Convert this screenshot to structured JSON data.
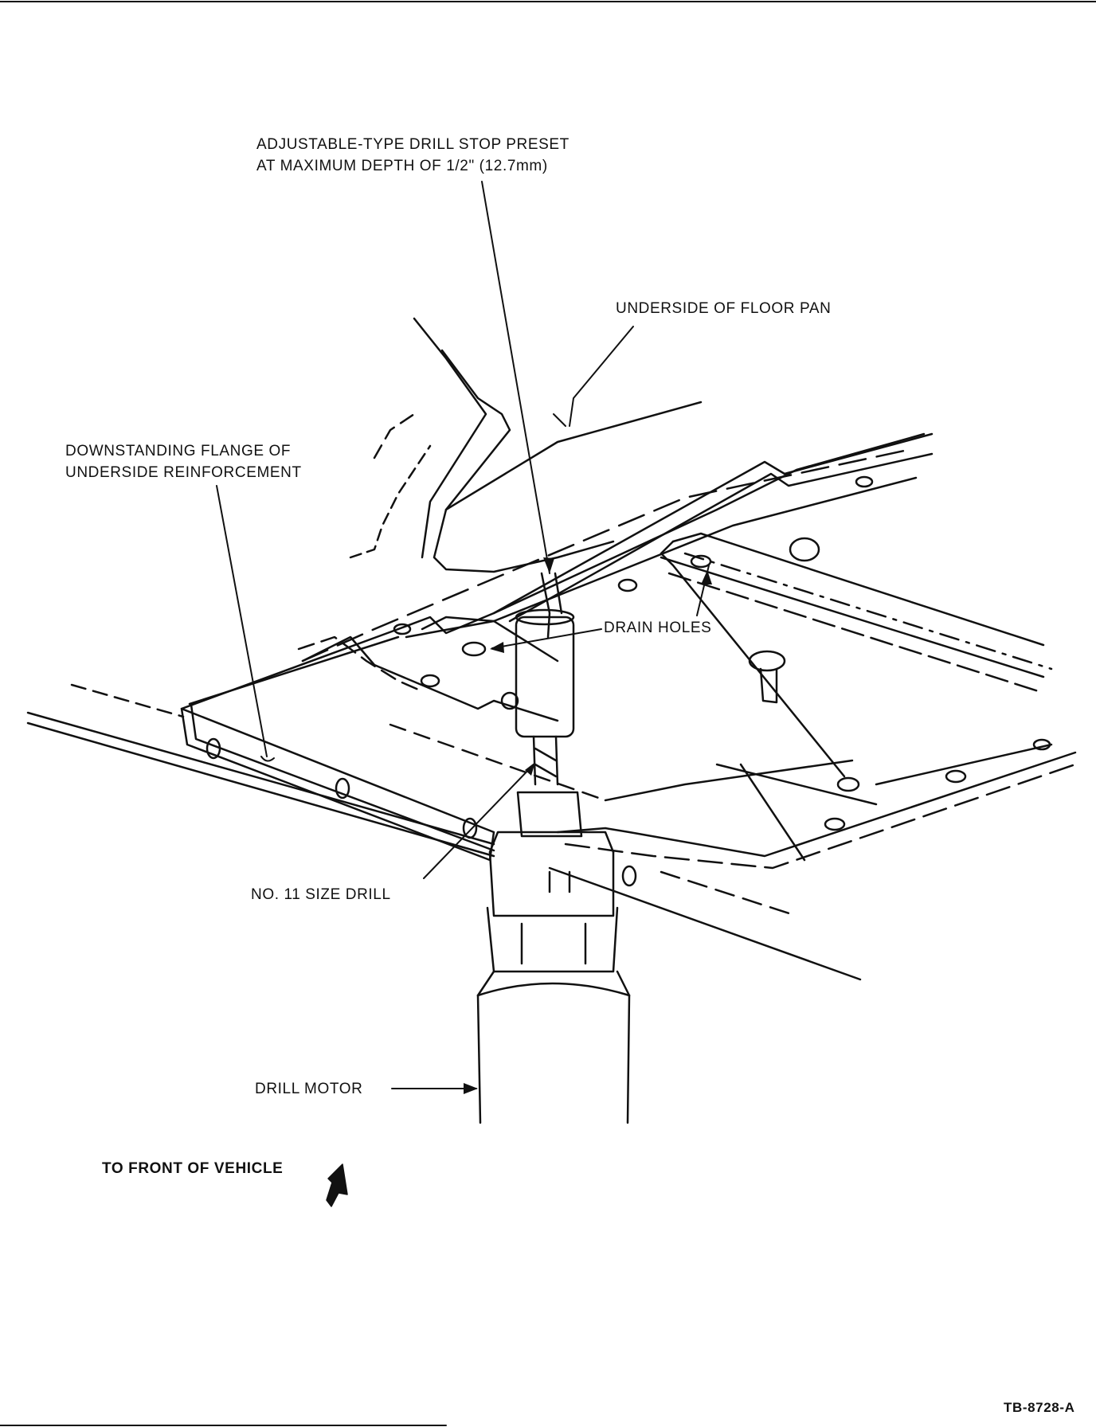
{
  "labels": {
    "drill_stop": [
      "ADJUSTABLE-TYPE DRILL STOP PRESET",
      "AT MAXIMUM DEPTH OF 1/2\" (12.7mm)"
    ],
    "floor_pan": "UNDERSIDE OF FLOOR PAN",
    "flange": [
      "DOWNSTANDING FLANGE OF",
      "UNDERSIDE REINFORCEMENT"
    ],
    "drain_holes": "DRAIN HOLES",
    "drill_size": "NO. 11 SIZE DRILL",
    "drill_motor": "DRILL MOTOR",
    "front": "TO FRONT OF VEHICLE",
    "figure_code": "TB-8728-A"
  },
  "colors": {
    "ink": "#111111",
    "paper": "#ffffff"
  }
}
